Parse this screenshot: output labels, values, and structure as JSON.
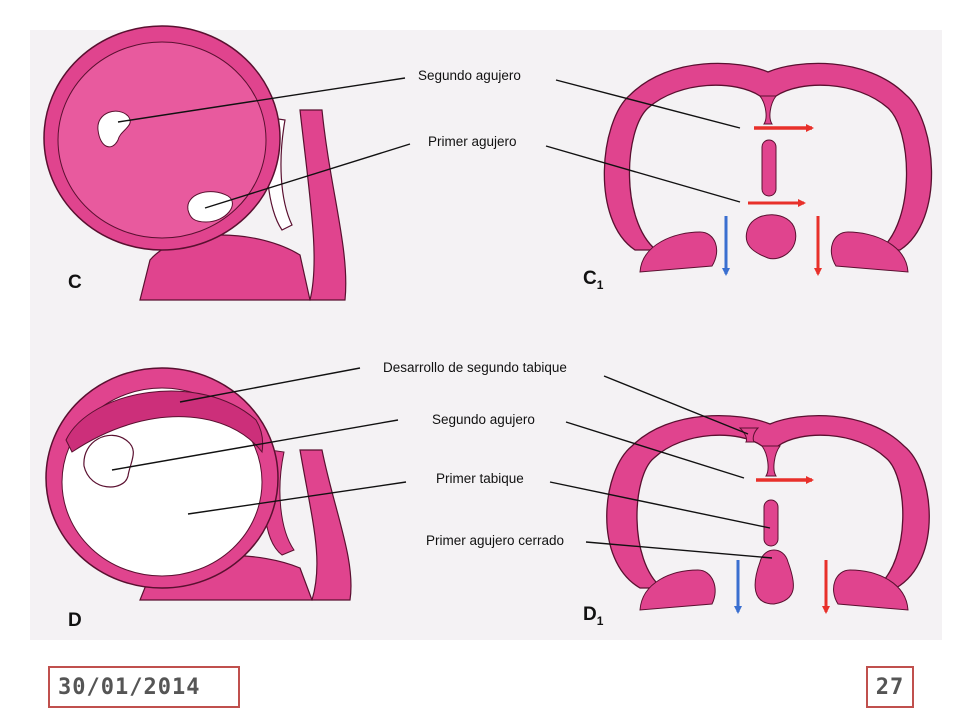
{
  "labels": {
    "segundo_agujero_top": "Segundo agujero",
    "primer_agujero": "Primer agujero",
    "desarrollo": "Desarrollo de segundo tabique",
    "segundo_agujero_bottom": "Segundo agujero",
    "primer_tabique": "Primer tabique",
    "primer_agujero_cerrado": "Primer agujero cerrado"
  },
  "panels": {
    "c": "C",
    "c1_main": "C",
    "c1_sub": "1",
    "d": "D",
    "d1_main": "D",
    "d1_sub": "1"
  },
  "footer": {
    "date": "30/01/2014",
    "page": "27"
  },
  "colors": {
    "tissue": "#e0448e",
    "tissue_dark": "#cc2f7a",
    "chamber": "#e85a9e",
    "outline": "#5a1030",
    "arrow_red": "#e8302a",
    "arrow_blue": "#3a6fd0",
    "frame": "#c0504d"
  }
}
